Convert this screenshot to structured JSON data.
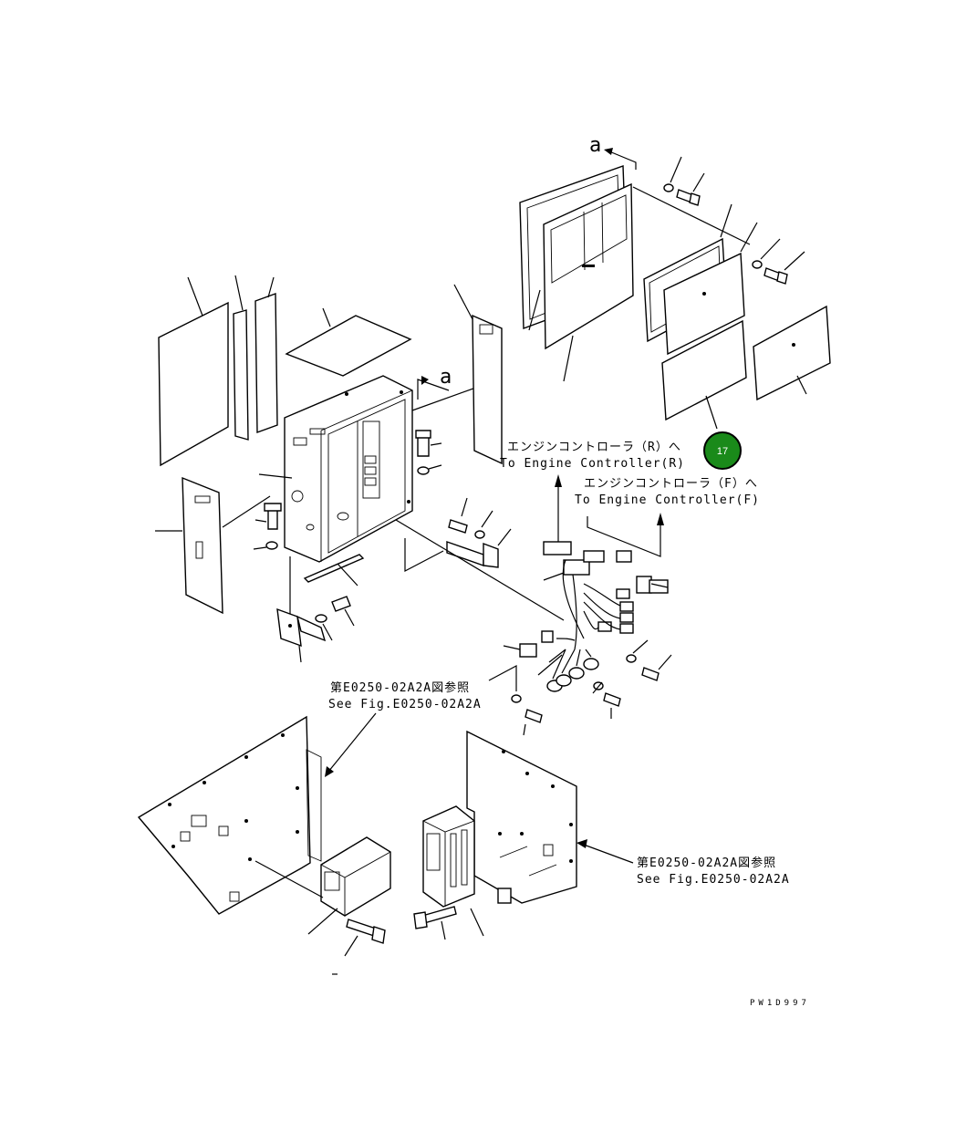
{
  "labels": {
    "section_a_top": "a",
    "section_a_mid": "a",
    "to_engine_r_jp": "エンジンコントローラ（R）へ",
    "to_engine_r_en": "To Engine Controller(R)",
    "to_engine_f_jp": "エンジンコントローラ（F）へ",
    "to_engine_f_en": "To Engine Controller(F)",
    "ref_left_jp": "第E0250-02A2A図参照",
    "ref_left_en": "See Fig.E0250-02A2A",
    "ref_right_jp": "第E0250-02A2A図参照",
    "ref_right_en": "See Fig.E0250-02A2A",
    "drawing_code": "PW1D997"
  },
  "callout": {
    "number": "17",
    "color": "#1a8a1a"
  }
}
